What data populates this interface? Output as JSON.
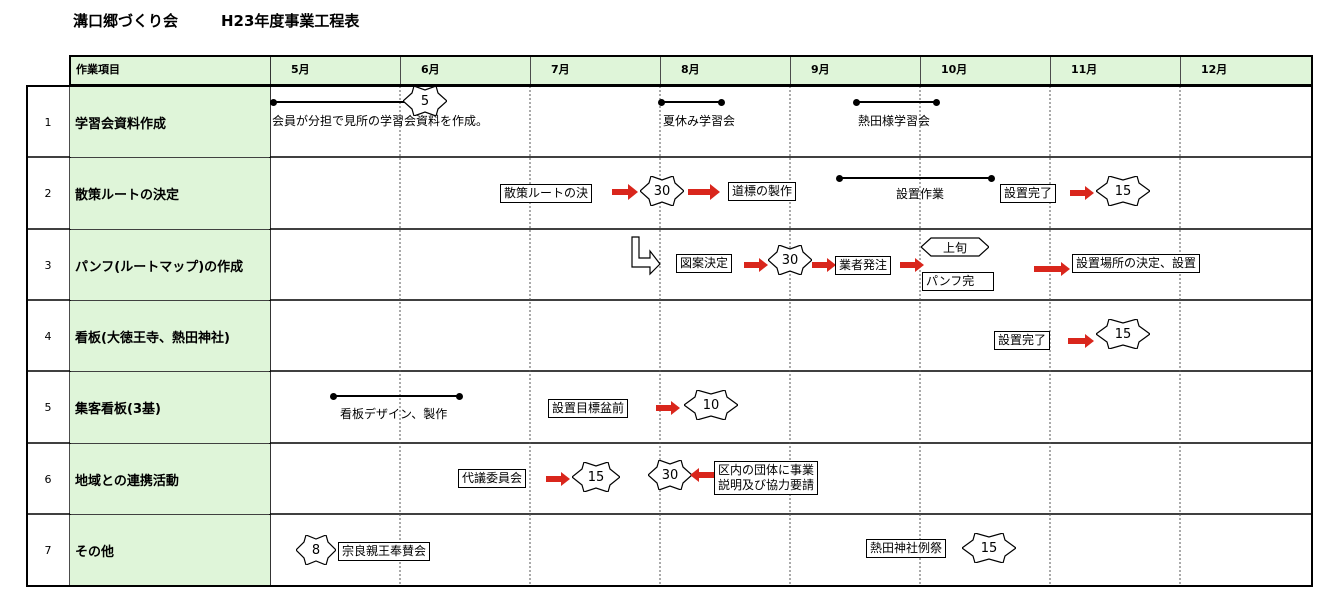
{
  "header": {
    "org": "溝口郷づくり会",
    "doc_title": "H23年度事業工程表",
    "task_column": "作業項目",
    "months": [
      "5月",
      "6月",
      "7月",
      "8月",
      "9月",
      "10月",
      "11月",
      "12月"
    ]
  },
  "rows": [
    {
      "no": "1",
      "task": "学習会資料作成"
    },
    {
      "no": "2",
      "task": "散策ルートの決定"
    },
    {
      "no": "3",
      "task": "パンフ(ルートマップ)の作成"
    },
    {
      "no": "4",
      "task": "看板(大徳王寺、熱田神社)"
    },
    {
      "no": "5",
      "task": "集客看板(3基)"
    },
    {
      "no": "6",
      "task": "地域との連携活動"
    },
    {
      "no": "7",
      "task": "その他"
    }
  ],
  "events": {
    "r1_badge": "5",
    "r1_note": "会員が分担で見所の学習会資料を作成。",
    "r1_summer": "夏休み学習会",
    "r1_atsuta": "熱田様学習会",
    "r2_route": "散策ルートの決",
    "r2_badge1": "30",
    "r2_signpost": "道標の製作",
    "r2_install": "設置作業",
    "r2_done": "設置完了",
    "r2_badge2": "15",
    "r3_design": "図案決定",
    "r3_badge": "30",
    "r3_order": "業者発注",
    "r3_early": "上旬",
    "r3_pamph": "パンフ完",
    "r3_place": "設置場所の決定、設置",
    "r4_done": "設置完了",
    "r4_badge": "15",
    "r5_design": "看板デザイン、製作",
    "r5_target": "設置目標盆前",
    "r5_badge": "10",
    "r6_council": "代議委員会",
    "r6_badge1": "15",
    "r6_badge2": "30",
    "r6_request": "区内の団体に事業\n説明及び協力要請",
    "r7_badge1": "8",
    "r7_prince": "宗良親王奉賛会",
    "r7_festival": "熱田神社例祭",
    "r7_badge2": "15"
  },
  "colors": {
    "header_bg": "#dff5d9",
    "arrow": "#d9261c",
    "grid": "#555555"
  }
}
